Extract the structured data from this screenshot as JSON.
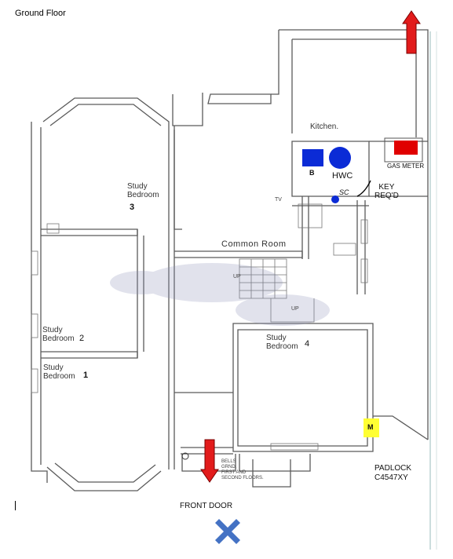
{
  "sheet": {
    "title": "Ground Floor"
  },
  "rooms": {
    "kitchen": "Kitchen.",
    "common_room": "Common Room",
    "study_bedroom_label": "Study\nBedroom",
    "sb3_num": "3",
    "sb2_num": "2",
    "sb1_num": "1",
    "sb4_num": "4"
  },
  "fixtures": {
    "boiler": "B",
    "hot_water_cylinder": "HWC",
    "stop_cock": "SC",
    "gas_meter": "GAS METER",
    "meter": "M",
    "key_required": "KEY\nREQ'D",
    "padlock": "PADLOCK\nC4547XY",
    "tv": "TV"
  },
  "plan_notes": {
    "up1": "UP",
    "up2": "UP",
    "bells": "BELLS\nGRND,\nFIRST AND\nSECOND FLOORS."
  },
  "entrance": {
    "label": "FRONT DOOR"
  },
  "colors": {
    "wall": "#5a5a5a",
    "fixture_blue": "#0b2bd6",
    "gas_red": "#e00000",
    "meter_yellow": "#ffff33",
    "arrow_red": "#e21b1b",
    "marker_blue": "#4472c4"
  }
}
